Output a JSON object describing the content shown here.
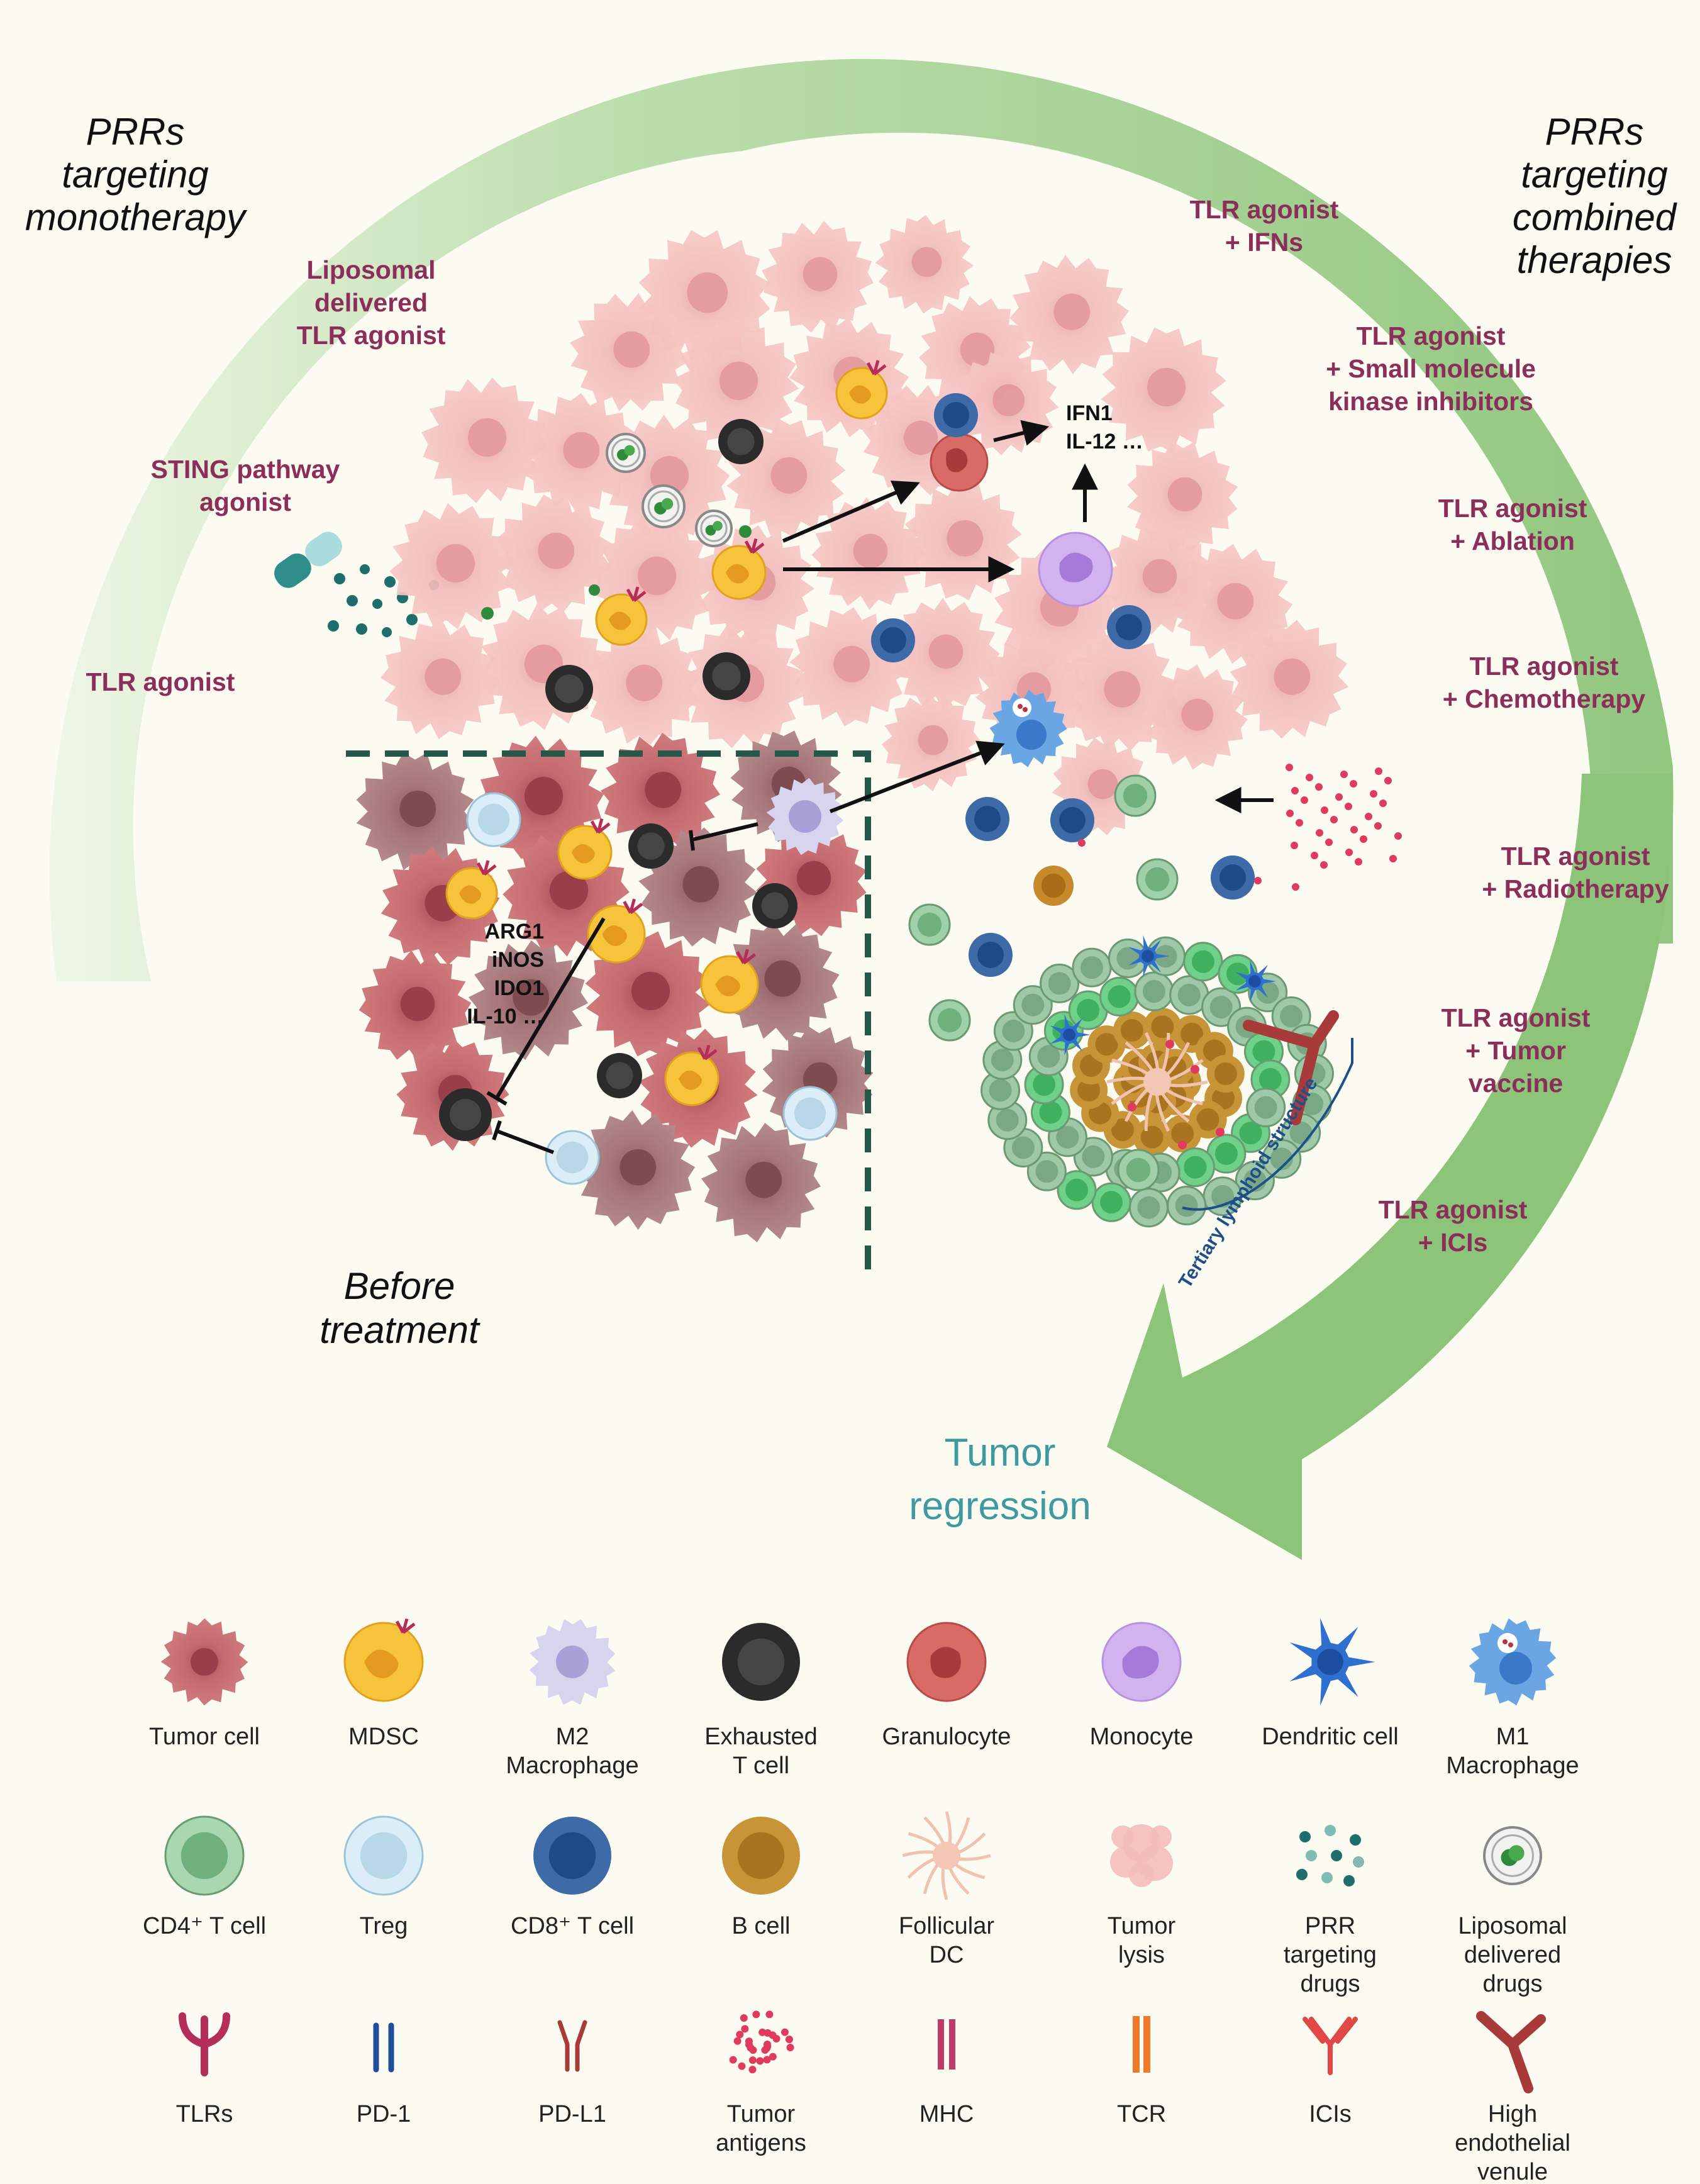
{
  "titles": {
    "monotherapy": [
      "PRRs",
      "targeting",
      "monotherapy"
    ],
    "combined": [
      "PRRs",
      "targeting",
      "combined",
      "therapies"
    ],
    "before": [
      "Before",
      "treatment"
    ],
    "regression": [
      "Tumor",
      "regression"
    ]
  },
  "mono_therapies": [
    [
      "Liposomal",
      "delivered",
      "TLR agonist"
    ],
    [
      "STING pathway",
      "agonist"
    ],
    [
      "TLR agonist"
    ]
  ],
  "combined_therapies": [
    [
      "TLR agonist",
      "+ IFNs"
    ],
    [
      "TLR agonist",
      "+ Small molecule",
      "kinase inhibitors"
    ],
    [
      "TLR agonist",
      "+ Ablation"
    ],
    [
      "TLR agonist",
      "+ Chemotherapy"
    ],
    [
      "TLR agonist",
      "+ Radiotherapy"
    ],
    [
      "TLR agonist",
      "+ Tumor",
      "vaccine"
    ],
    [
      "TLR agonist",
      "+ ICIs"
    ]
  ],
  "cytokines_top": [
    "IFN1",
    "IL-12 …"
  ],
  "cytokines_left": [
    "ARG1",
    "iNOS",
    "IDO1",
    "IL-10 …"
  ],
  "tls_label": "Tertiary lymphoid structure",
  "legend": [
    {
      "icon": "tumor-cell",
      "label": [
        "Tumor cell"
      ]
    },
    {
      "icon": "mdsc",
      "label": [
        "MDSC"
      ]
    },
    {
      "icon": "m2-macrophage",
      "label": [
        "M2",
        "Macrophage"
      ]
    },
    {
      "icon": "exhausted-t-cell",
      "label": [
        "Exhausted",
        "T cell"
      ]
    },
    {
      "icon": "granulocyte",
      "label": [
        "Granulocyte"
      ]
    },
    {
      "icon": "monocyte",
      "label": [
        "Monocyte"
      ]
    },
    {
      "icon": "dendritic-cell",
      "label": [
        "Dendritic cell"
      ]
    },
    {
      "icon": "m1-macrophage",
      "label": [
        "M1",
        "Macrophage"
      ]
    },
    {
      "icon": "cd4-t-cell",
      "label": [
        "CD4⁺ T cell"
      ]
    },
    {
      "icon": "treg",
      "label": [
        "Treg"
      ]
    },
    {
      "icon": "cd8-t-cell",
      "label": [
        "CD8⁺ T cell"
      ]
    },
    {
      "icon": "b-cell",
      "label": [
        "B cell"
      ]
    },
    {
      "icon": "follicular-dc",
      "label": [
        "Follicular",
        "DC"
      ]
    },
    {
      "icon": "tumor-lysis",
      "label": [
        "Tumor",
        "lysis"
      ]
    },
    {
      "icon": "prr-drugs",
      "label": [
        "PRR",
        "targeting",
        "drugs"
      ]
    },
    {
      "icon": "liposomal-drugs",
      "label": [
        "Liposomal",
        "delivered",
        "drugs"
      ]
    },
    {
      "icon": "tlrs",
      "label": [
        "TLRs"
      ]
    },
    {
      "icon": "pd-1",
      "label": [
        "PD-1"
      ]
    },
    {
      "icon": "pd-l1",
      "label": [
        "PD-L1"
      ]
    },
    {
      "icon": "tumor-antigens",
      "label": [
        "Tumor",
        "antigens"
      ]
    },
    {
      "icon": "mhc",
      "label": [
        "MHC"
      ]
    },
    {
      "icon": "tcr",
      "label": [
        "TCR"
      ]
    },
    {
      "icon": "icis",
      "label": [
        "ICIs"
      ]
    },
    {
      "icon": "hev",
      "label": [
        "High",
        "endothelial",
        "venule"
      ]
    }
  ],
  "colors": {
    "arrow_light": "#cfe6c6",
    "arrow_dark": "#8cc47a",
    "therapy_text": "#8c2e5a",
    "regression_text": "#3e9aa0",
    "dashed_line": "#24594a",
    "tumor_light": "#f1b8b8",
    "tumor_dark": "#b86068",
    "mdsc": "#f6c33a"
  }
}
